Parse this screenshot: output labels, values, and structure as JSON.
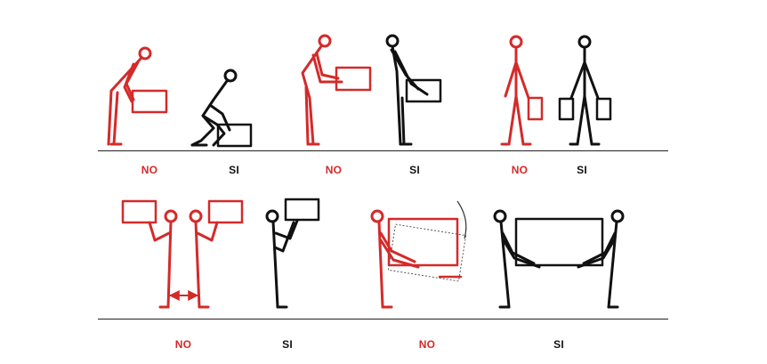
{
  "colors": {
    "wrong": "#d42a2a",
    "right": "#111111"
  },
  "row1": {
    "labels": [
      {
        "text": "NO",
        "kind": "wrong"
      },
      {
        "text": "SI",
        "kind": "right"
      },
      {
        "text": "NO",
        "kind": "wrong"
      },
      {
        "text": "SI",
        "kind": "right"
      },
      {
        "text": "NO",
        "kind": "wrong"
      },
      {
        "text": "SI",
        "kind": "right"
      }
    ]
  },
  "row2": {
    "labels": [
      {
        "text": "NO",
        "kind": "wrong"
      },
      {
        "text": "SI",
        "kind": "right"
      },
      {
        "text": "NO",
        "kind": "wrong"
      },
      {
        "text": "SI",
        "kind": "right"
      }
    ]
  }
}
